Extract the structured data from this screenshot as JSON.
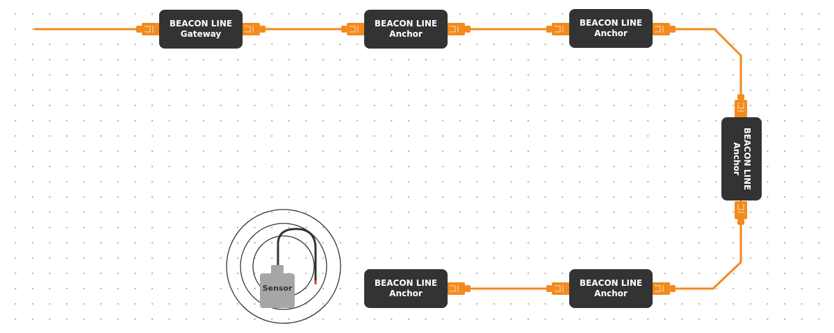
{
  "colors": {
    "cable": "#f28a1e",
    "node_fill": "#333333",
    "node_text": "#ffffff",
    "sensor_fill": "#a6a6a6",
    "sensor_wire": "#333333"
  },
  "nodes": [
    {
      "line1": "BEACON LINE",
      "line2": "Gateway"
    },
    {
      "line1": "BEACON LINE",
      "line2": "Anchor"
    },
    {
      "line1": "BEACON LINE",
      "line2": "Anchor"
    },
    {
      "line1": "BEACON LINE",
      "line2": "Anchor"
    },
    {
      "line1": "BEACON LINE",
      "line2": "Anchor"
    },
    {
      "line1": "BEACON LINE",
      "line2": "Anchor"
    }
  ],
  "sensor": {
    "label": "Sensor"
  }
}
